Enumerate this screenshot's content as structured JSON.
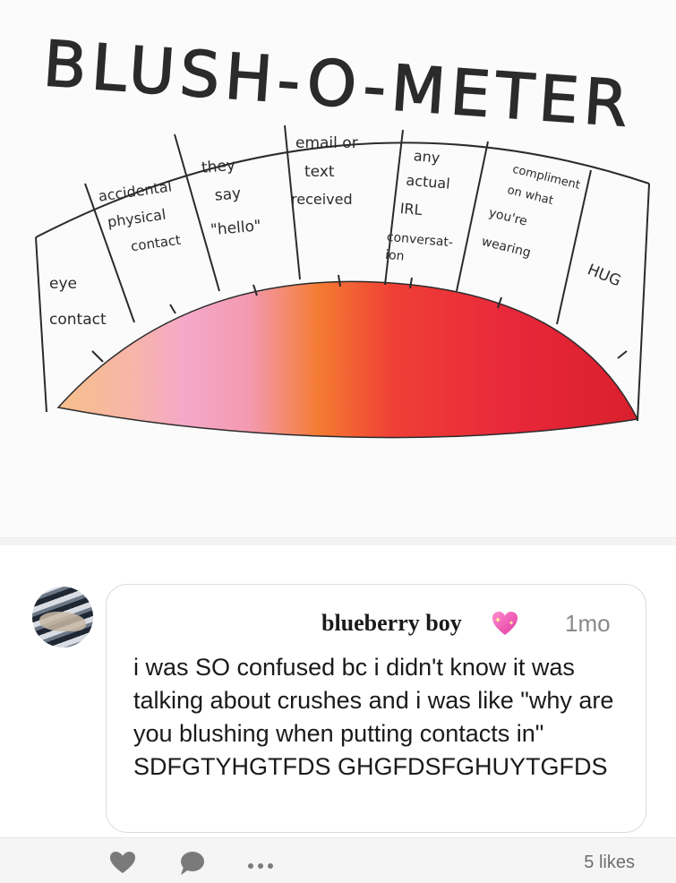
{
  "drawing": {
    "title": "BLUSH-O-METER",
    "segments": [
      {
        "lines": [
          "eye",
          "contact"
        ]
      },
      {
        "lines": [
          "accidental",
          "physical",
          "contact"
        ]
      },
      {
        "lines": [
          "they",
          "say",
          "\"hello\""
        ]
      },
      {
        "lines": [
          "email or",
          "text",
          "received"
        ]
      },
      {
        "lines": [
          "any",
          "actual",
          "IRL",
          "conversat-",
          "ion"
        ]
      },
      {
        "lines": [
          "compliment",
          "on what",
          "you're",
          "wearing"
        ]
      },
      {
        "lines": [
          "HUG"
        ]
      }
    ],
    "gradient_colors": [
      "#f6c08c",
      "#f5a8c9",
      "#f19aa4",
      "#f57b32",
      "#ef3f36",
      "#e8283a",
      "#d91f2c"
    ]
  },
  "comment": {
    "username": "blueberry boy",
    "badge_icon": "sparkling-heart-icon",
    "timestamp": "1mo",
    "text": "i was SO confused bc i didn't know it was talking about crushes and i was like \"why are you blushing when putting contacts in\" SDFGTYHGTFDS GHGFDSFGHUYTGFDS"
  },
  "actions": {
    "like_icon": "heart-icon",
    "reply_icon": "speech-bubble-icon",
    "more_icon": "more-dots-icon",
    "likes_label": "5 likes"
  }
}
